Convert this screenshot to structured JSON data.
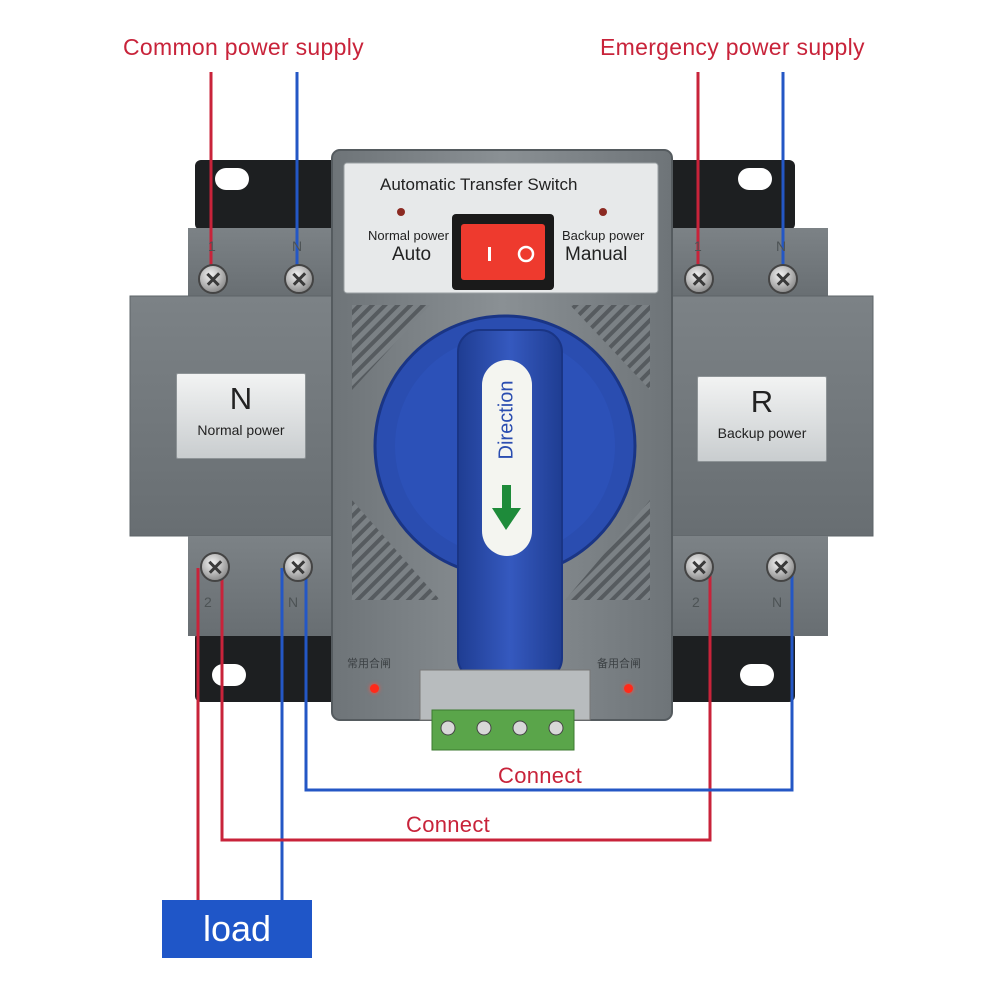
{
  "labels": {
    "common_supply": "Common power supply",
    "emergency_supply": "Emergency power supply",
    "connect_upper": "Connect",
    "connect_lower": "Connect",
    "load": "load"
  },
  "device": {
    "title": "Automatic Transfer Switch",
    "left_indicator_label": "Normal power",
    "left_mode": "Auto",
    "right_indicator_label": "Backup power",
    "right_mode": "Manual",
    "handle_text": "Direction",
    "left_plate": {
      "letter": "N",
      "caption": "Normal power"
    },
    "right_plate": {
      "letter": "R",
      "caption": "Backup power"
    },
    "bottom_left_tag": "常用合闸",
    "bottom_right_tag": "备用合闸"
  },
  "terminals": {
    "top_left": [
      "1",
      "N"
    ],
    "top_right": [
      "1",
      "N"
    ],
    "bottom_left": [
      "2",
      "N"
    ],
    "bottom_right": [
      "2",
      "N"
    ]
  },
  "colors": {
    "wire_red": "#c8233a",
    "wire_blue": "#2457c5",
    "body_gray": "#7a8084",
    "handle_blue": "#2c4fae",
    "load_box": "#1f56c8",
    "switch_red": "#ee3a2e"
  }
}
